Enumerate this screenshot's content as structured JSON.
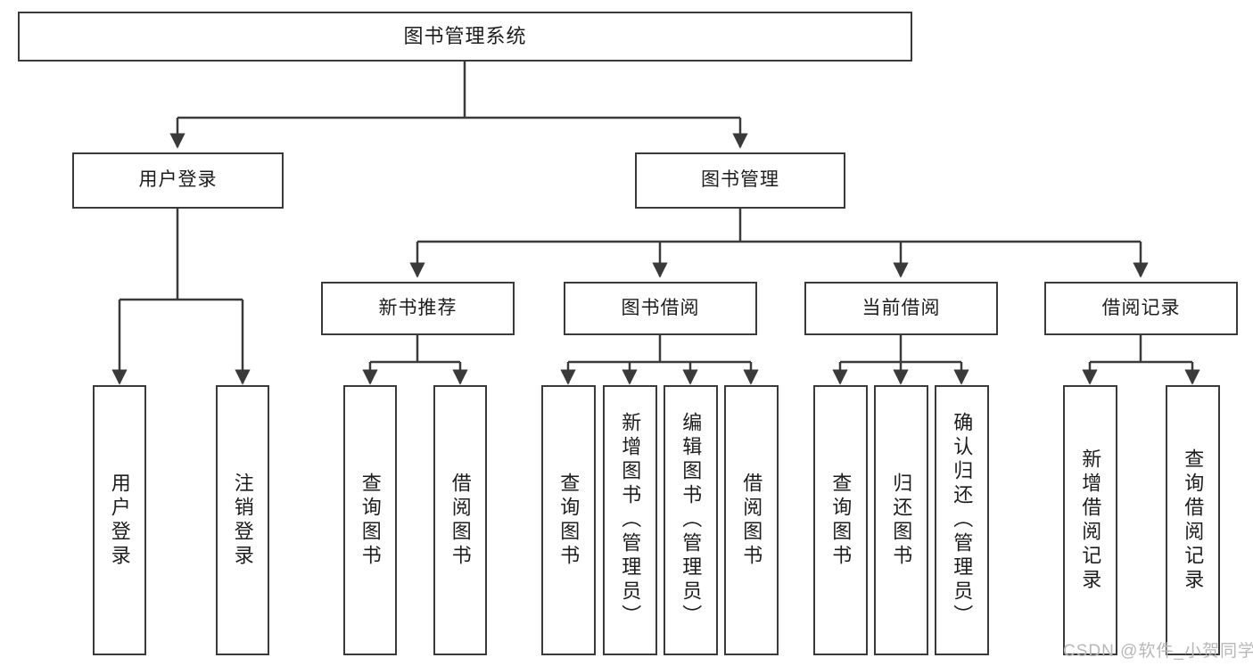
{
  "diagram": {
    "title": "图书管理系统",
    "type": "tree",
    "background_color": "#ffffff",
    "line_color": "#3a3a3a",
    "text_color": "#1d1d1d",
    "nodes": {
      "root": "图书管理系统",
      "level2": [
        "用户登录",
        "图书管理"
      ],
      "level3": [
        "新书推荐",
        "图书借阅",
        "当前借阅",
        "借阅记录"
      ],
      "leaves_user_login": [
        "用户登录",
        "注销登录"
      ],
      "leaves_new_book": [
        "查询图书",
        "借阅图书"
      ],
      "leaves_book_borrow": [
        "查询图书",
        "新增图书（管理员）",
        "编辑图书（管理员）",
        "借阅图书"
      ],
      "leaves_current_borrow": [
        "查询图书",
        "归还图书",
        "确认归还（管理员）"
      ],
      "leaves_borrow_record": [
        "新增借阅记录",
        "查询借阅记录"
      ]
    }
  },
  "watermark": {
    "text": "CSDN @软件_小贺同学"
  }
}
